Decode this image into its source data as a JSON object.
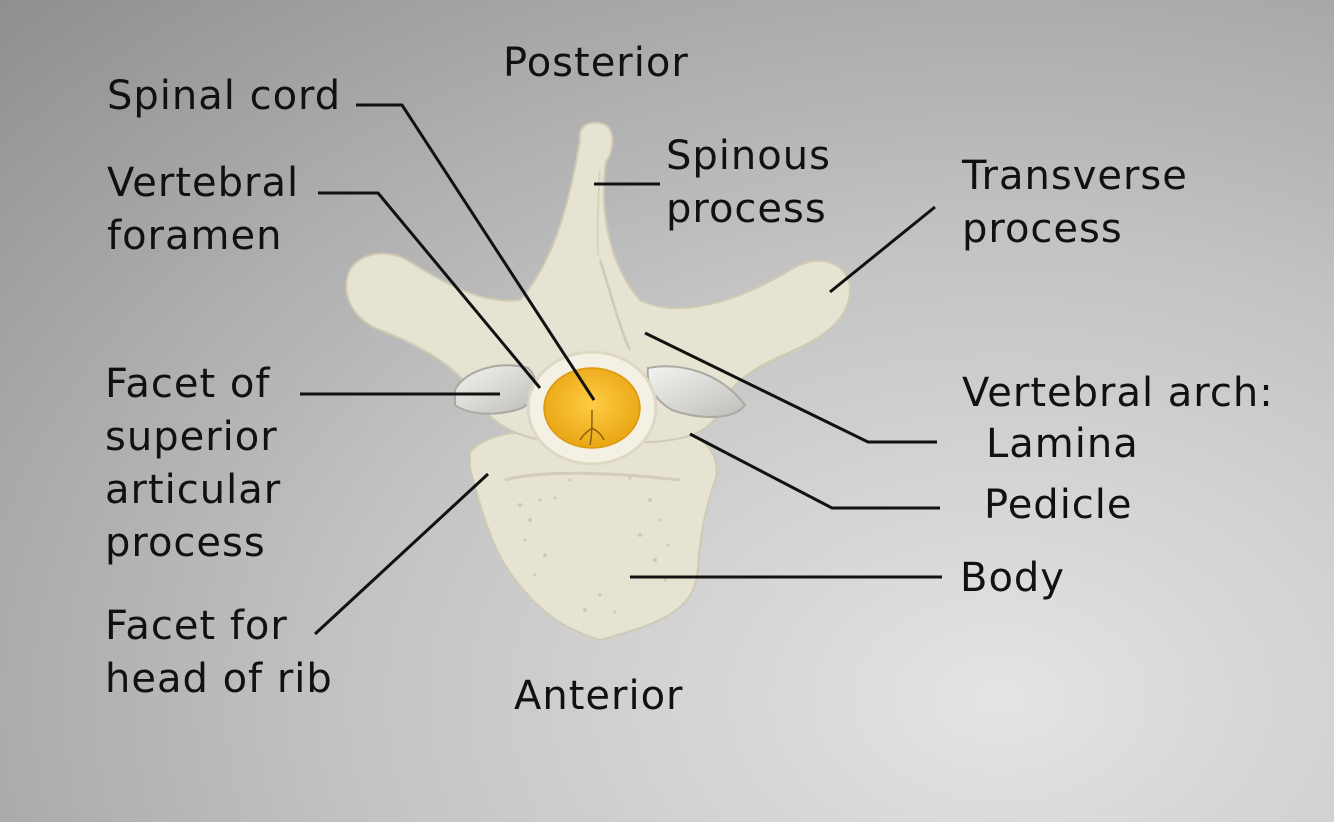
{
  "orientation": {
    "posterior": "Posterior",
    "anterior": "Anterior"
  },
  "labels": {
    "spinal_cord": [
      "Spinal cord"
    ],
    "vertebral_foramen": [
      "Vertebral",
      "foramen"
    ],
    "facet_superior": [
      "Facet of",
      "superior",
      "articular",
      "process"
    ],
    "facet_rib": [
      "Facet for",
      "head of rib"
    ],
    "spinous_process": [
      "Spinous",
      "process"
    ],
    "transverse_process": [
      "Transverse",
      "process"
    ],
    "vertebral_arch": "Vertebral arch:",
    "lamina": "Lamina",
    "pedicle": "Pedicle",
    "body": "Body"
  },
  "colors": {
    "bone": "#e7e3d3",
    "bone_shade": "#d2cdb8",
    "spinal_cord": "#f2b52c",
    "facet": "#d9d9d5",
    "line": "#111111"
  }
}
